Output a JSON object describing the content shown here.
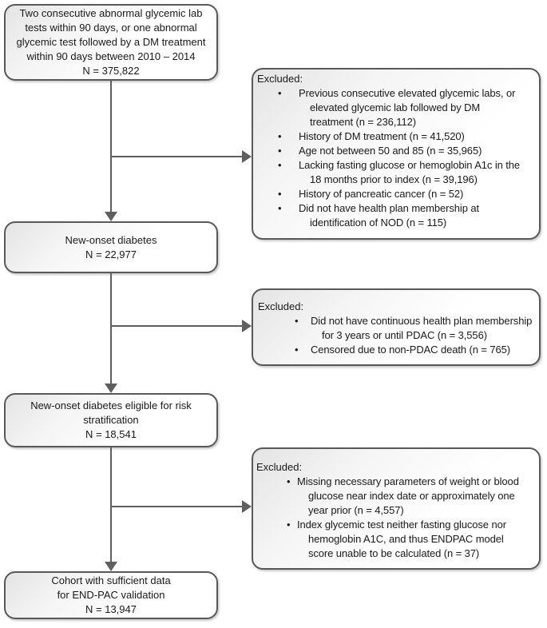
{
  "colors": {
    "box_border": "#595959",
    "arrow": "#5f5f5f",
    "text": "#1a1a1a",
    "box_fill_gradient_start": "#e4e4e4",
    "box_fill_gradient_end": "#ffffff"
  },
  "flow": {
    "step1": {
      "text": "Two consecutive abnormal glycemic lab\ntests within 90 days, or one abnormal\nglycemic test followed by a DM treatment\nwithin 90 days between 2010 – 2014\nN = 375,822"
    },
    "step2": {
      "text": "New-onset diabetes\nN = 22,977"
    },
    "step3": {
      "text": "New-onset diabetes eligible for risk\nstratification\nN = 18,541"
    },
    "step4": {
      "text": "Cohort with sufficient data\nfor END-PAC validation\nN = 13,947"
    }
  },
  "exclusions": [
    {
      "title": "Excluded:",
      "items": [
        "Previous consecutive elevated glycemic labs, or\nelevated glycemic lab followed by DM\ntreatment (n = 236,112)",
        "History of DM treatment (n = 41,520)",
        "Age not between 50 and 85 (n = 35,965)",
        "Lacking fasting glucose or hemoglobin A1c in the\n18 months prior to index (n = 39,196)",
        "History of pancreatic cancer (n = 52)",
        "Did not have health plan membership at\nidentification of NOD (n = 115)"
      ]
    },
    {
      "title": "Excluded:",
      "items": [
        "Did not have continuous health plan membership\nfor 3 years or until PDAC (n = 3,556)",
        "Censored due to non-PDAC death (n = 765)"
      ]
    },
    {
      "title": "Excluded:",
      "items": [
        "Missing necessary parameters of weight or blood\nglucose near index date or approximately one\nyear prior (n = 4,557)",
        "Index glycemic test neither fasting glucose nor\nhemoglobin A1C, and thus ENDPAC model\nscore unable to be calculated (n = 37)"
      ]
    }
  ],
  "bullet_glyph": "•"
}
